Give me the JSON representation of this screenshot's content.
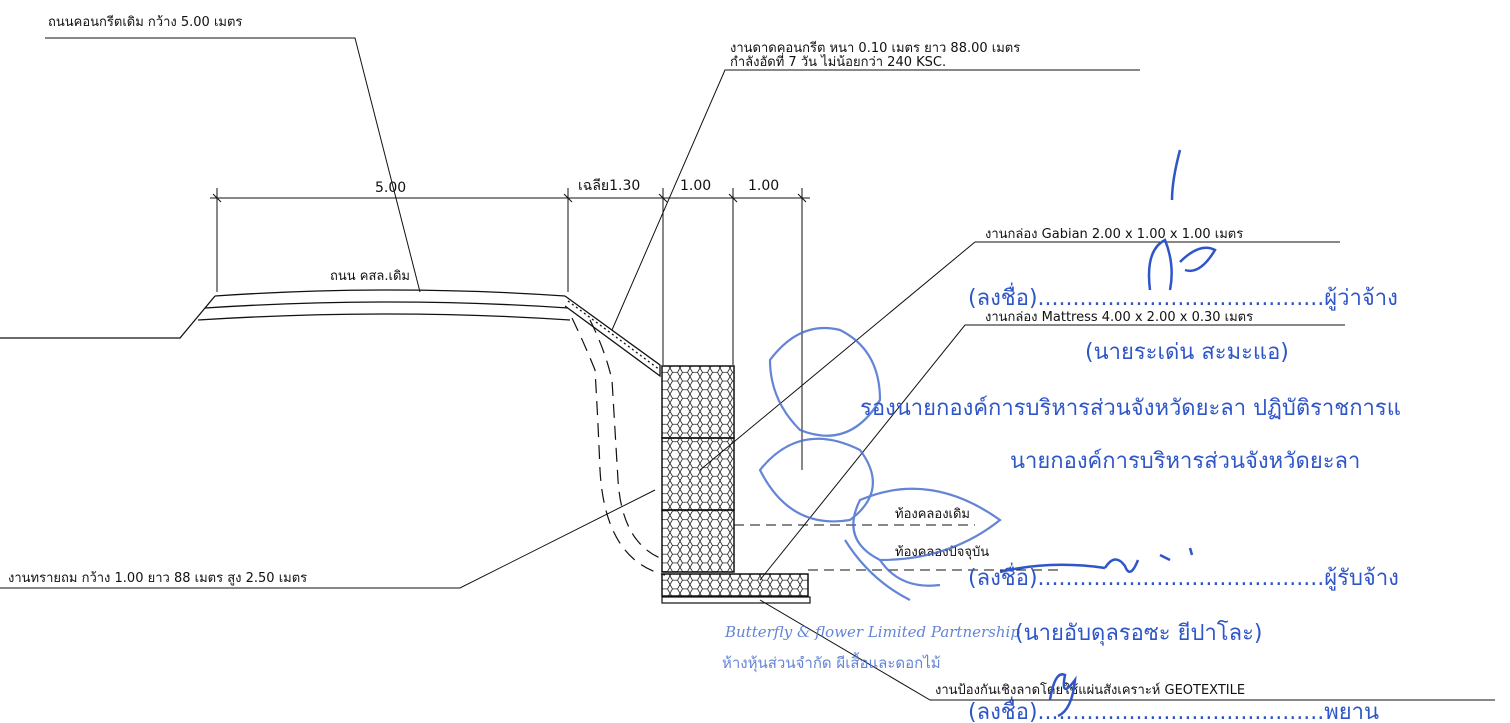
{
  "labels": {
    "existing_road": "ถนนคอนกรีตเดิม กว้าง 5.00 เมตร",
    "concrete_line1": "งานดาดคอนกรีต หนา 0.10 เมตร ยาว 88.00 เมตร",
    "concrete_line2": "กำลังอัดที่ 7 วัน ไม่น้อยกว่า 240 KSC.",
    "gabion": "งานกล่อง Gabian 2.00 x 1.00 x 1.00 เมตร",
    "mattress": "งานกล่อง Mattress 4.00 x 2.00 x 0.30 เมตร",
    "sand_fill": "งานทรายถม กว้าง 1.00 ยาว 88 เมตร สูง 2.50 เมตร",
    "geotextile": "งานป้องกันเชิงลาดโดยใช้แผ่นสังเคราะห์ GEOTEXTILE",
    "road_center": "ถนน คสล.เดิม",
    "canal_old": "ท้องคลองเดิม",
    "canal_now": "ท้องคลองปัจจุบัน"
  },
  "dimensions": {
    "road_width": "5.00",
    "slope": "เฉลีย1.30",
    "box1": "1.00",
    "box2": "1.00"
  },
  "signatures": {
    "employer_line": "(ลงชื่อ).........................................ผู้ว่าจ้าง",
    "employer_name": "(นายระเด่น สะมะแอ)",
    "employer_title1": "รองนายกองค์การบริหารส่วนจังหวัดยะลา ปฏิบัติราชการแ",
    "employer_title2": "นายกองค์การบริหารส่วนจังหวัดยะลา",
    "contractor_line": "(ลงชื่อ).........................................ผู้รับจ้าง",
    "contractor_name": "(นายอับดุลรอซะ ยีปาโละ)",
    "witness_line": "(ลงชื่อ).........................................พยาน"
  },
  "stamp": {
    "line1": "Butterfly & flower Limited Partnership",
    "line2": "ห้างหุ้นส่วนจำกัด ผีเสื้อและดอกไม้"
  },
  "colors": {
    "ink": "#111111",
    "signature_blue": "#2f56c8",
    "stamp_blue": "#4a6fd0"
  }
}
